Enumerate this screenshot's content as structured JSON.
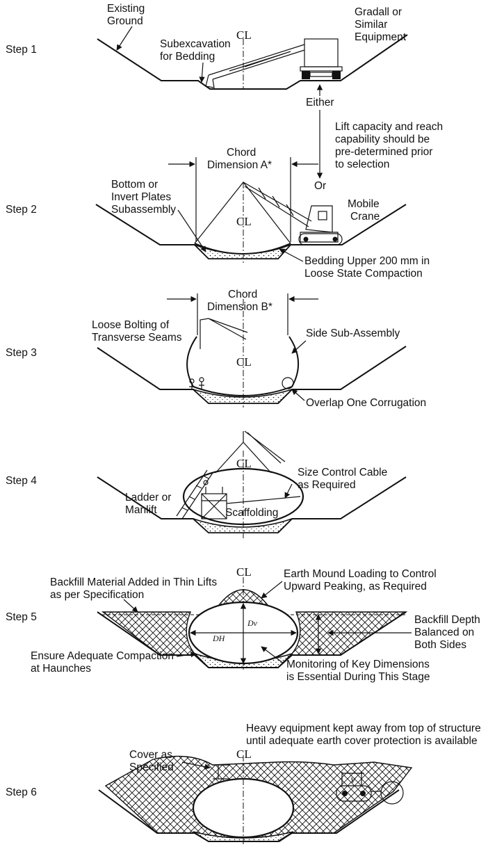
{
  "steps": {
    "s1": "Step 1",
    "s2": "Step 2",
    "s3": "Step 3",
    "s4": "Step 4",
    "s5": "Step 5",
    "s6": "Step 6"
  },
  "centerline_symbol": "CL",
  "step1": {
    "existing_ground": [
      "Existing",
      "Ground"
    ],
    "subexcavation": [
      "Subexcavation",
      "for Bedding"
    ],
    "gradall": [
      "Gradall or",
      "Similar",
      "Equipment"
    ],
    "either": "Either",
    "lift_note": [
      "Lift capacity and reach",
      "capability should be",
      "pre-determined prior",
      "to selection"
    ]
  },
  "step2": {
    "chord": [
      "Chord",
      "Dimension A*"
    ],
    "bottom_plates": [
      "Bottom or",
      "Invert Plates",
      "Subassembly"
    ],
    "or": "Or",
    "mobile_crane": [
      "Mobile",
      "Crane"
    ],
    "bedding": [
      "Bedding Upper 200 mm in",
      "Loose State Compaction"
    ]
  },
  "step3": {
    "chord": [
      "Chord",
      "Dimension B*"
    ],
    "loose_bolting": [
      "Loose Bolting of",
      "Transverse Seams"
    ],
    "side_sub": "Side Sub-Assembly",
    "overlap": "Overlap One Corrugation"
  },
  "step4": {
    "ladder": [
      "Ladder or",
      "Manlift"
    ],
    "size_control": [
      "Size Control Cable",
      "as Required"
    ],
    "scaffolding": "Scaffolding"
  },
  "step5": {
    "backfill_material": [
      "Backfill Material Added in Thin Lifts",
      "as per Specification"
    ],
    "earth_mound": [
      "Earth Mound Loading to Control",
      "Upward Peaking, as Required"
    ],
    "dv": "Dv",
    "dh": "DH",
    "backfill_depth": [
      "Backfill Depth",
      "Balanced on",
      "Both Sides"
    ],
    "compaction": [
      "Ensure Adequate Compaction",
      "at Haunches"
    ],
    "monitoring": [
      "Monitoring of Key Dimensions",
      "is Essential During This Stage"
    ]
  },
  "step6": {
    "heavy_equipment": [
      "Heavy equipment kept away from top of structure",
      "until adequate earth cover protection is available"
    ],
    "cover": [
      "Cover as",
      "Specified"
    ]
  }
}
